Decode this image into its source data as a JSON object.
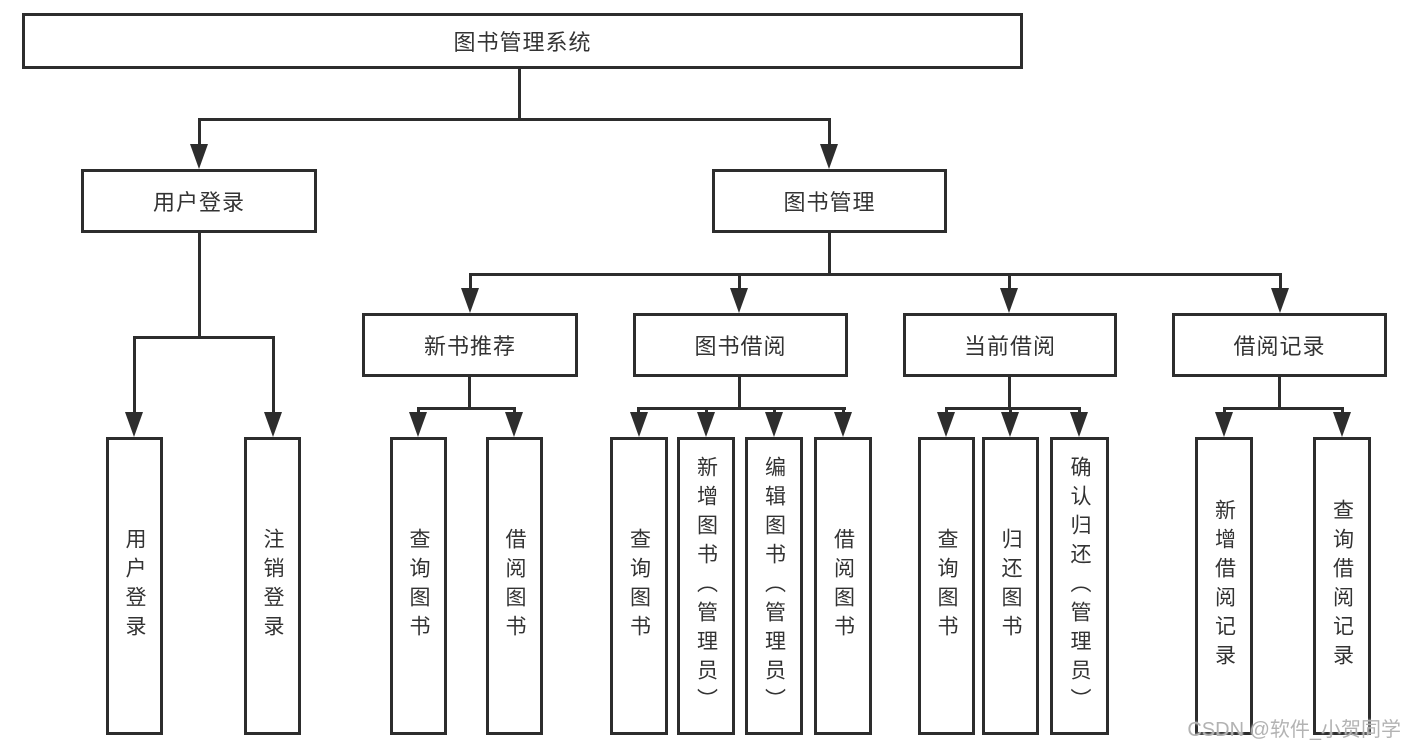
{
  "tree": {
    "label": "图书管理系统",
    "children": [
      {
        "label": "用户登录",
        "children": [
          {
            "label": "用户登录"
          },
          {
            "label": "注销登录"
          }
        ]
      },
      {
        "label": "图书管理",
        "children": [
          {
            "label": "新书推荐",
            "children": [
              {
                "label": "查询图书"
              },
              {
                "label": "借阅图书"
              }
            ]
          },
          {
            "label": "图书借阅",
            "children": [
              {
                "label": "查询图书"
              },
              {
                "label": "新增图书（管理员）"
              },
              {
                "label": "编辑图书（管理员）"
              },
              {
                "label": "借阅图书"
              }
            ]
          },
          {
            "label": "当前借阅",
            "children": [
              {
                "label": "查询图书"
              },
              {
                "label": "归还图书"
              },
              {
                "label": "确认归还（管理员）"
              }
            ]
          },
          {
            "label": "借阅记录",
            "children": [
              {
                "label": "新增借阅记录"
              },
              {
                "label": "查询借阅记录"
              }
            ]
          }
        ]
      }
    ]
  },
  "watermark": "CSDN @软件_小贺同学",
  "colors": {
    "line": "#2d2d2d",
    "text": "#333333",
    "watermark": "#b3b3b3",
    "background": "#ffffff"
  }
}
